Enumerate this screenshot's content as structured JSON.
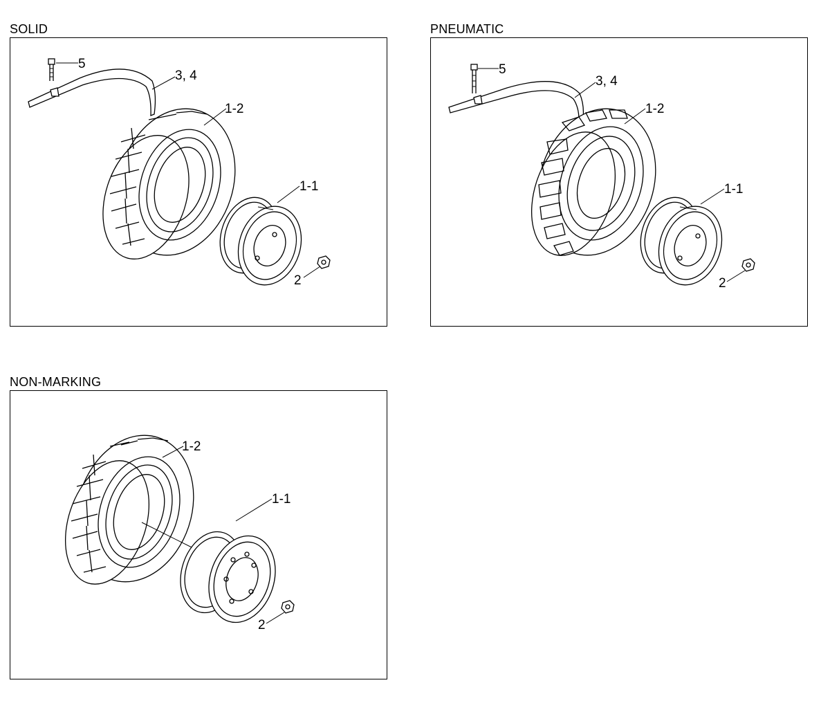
{
  "panels": {
    "solid": {
      "title": "SOLID",
      "callouts": {
        "c5": "5",
        "c34": "3, 4",
        "c12": "1-2",
        "c11": "1-1",
        "c2": "2"
      }
    },
    "pneumatic": {
      "title": "PNEUMATIC",
      "callouts": {
        "c5": "5",
        "c34": "3, 4",
        "c12": "1-2",
        "c11": "1-1",
        "c2": "2"
      }
    },
    "nonmarking": {
      "title": "NON-MARKING",
      "callouts": {
        "c12": "1-2",
        "c11": "1-1",
        "c2": "2"
      }
    }
  }
}
